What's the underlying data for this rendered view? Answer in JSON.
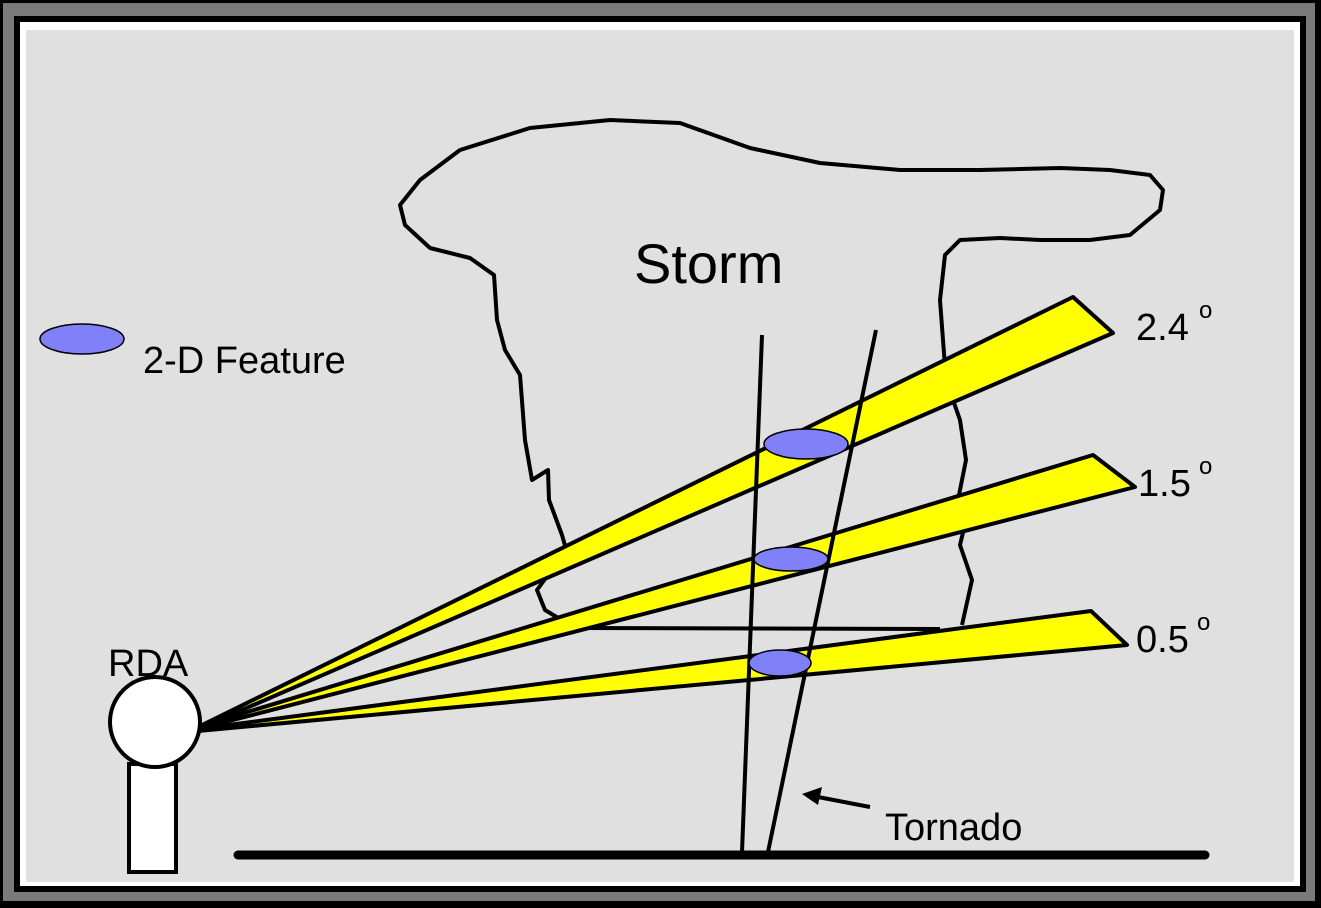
{
  "diagram": {
    "title": "Storm",
    "radar_label": "RDA",
    "legend": {
      "label": "2-D Feature",
      "icon": "blue-ellipse-icon",
      "feature_color": "#8080f8"
    },
    "beams": [
      {
        "angle": "2.4",
        "degree_mark": "o"
      },
      {
        "angle": "1.5",
        "degree_mark": "o"
      },
      {
        "angle": "0.5",
        "degree_mark": "o"
      }
    ],
    "tornado_label": "Tornado",
    "colors": {
      "background": "#e0e0e0",
      "beam": "#ffff00",
      "outline": "#000000"
    }
  }
}
